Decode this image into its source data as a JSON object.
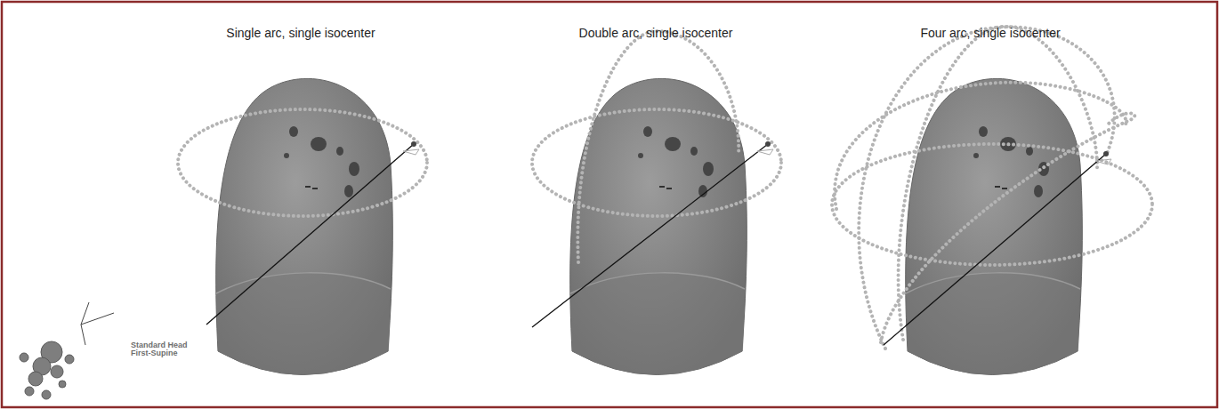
{
  "diagram": {
    "labels": [
      "Single arc, single isocenter",
      "Double arc, single isocenter",
      "Four arc, single isocenter",
      "Standard Head First-Supine"
    ]
  }
}
